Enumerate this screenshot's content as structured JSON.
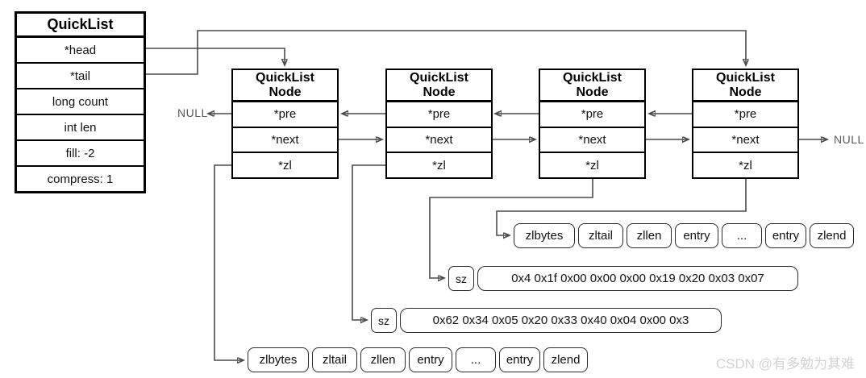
{
  "quicklist": {
    "title": "QuickList",
    "fields": [
      "*head",
      "*tail",
      "long count",
      "int len",
      "fill: -2",
      "compress: 1"
    ]
  },
  "node": {
    "title_line1": "QuickList",
    "title_line2": "Node",
    "fields": [
      "*pre",
      "*next",
      "*zl"
    ]
  },
  "labels": {
    "null_left": "NULL",
    "null_right": "NULL"
  },
  "ziplist_cells": [
    "zlbytes",
    "zltail",
    "zllen",
    "entry",
    "...",
    "entry",
    "zlend"
  ],
  "sz_rows": [
    {
      "label": "sz",
      "hex": "0x4 0x1f 0x00 0x00 0x00 0x19 0x20 0x03 0x07"
    },
    {
      "label": "sz",
      "hex": "0x62 0x34 0x05 0x20 0x33 0x40 0x04 0x00 0x3"
    }
  ],
  "watermark": "CSDN @有多勉为其难",
  "colors": {
    "line": "#4a4a4a",
    "box_border": "#000000",
    "null_text": "#595959",
    "watermark": "#d2d2d2"
  }
}
